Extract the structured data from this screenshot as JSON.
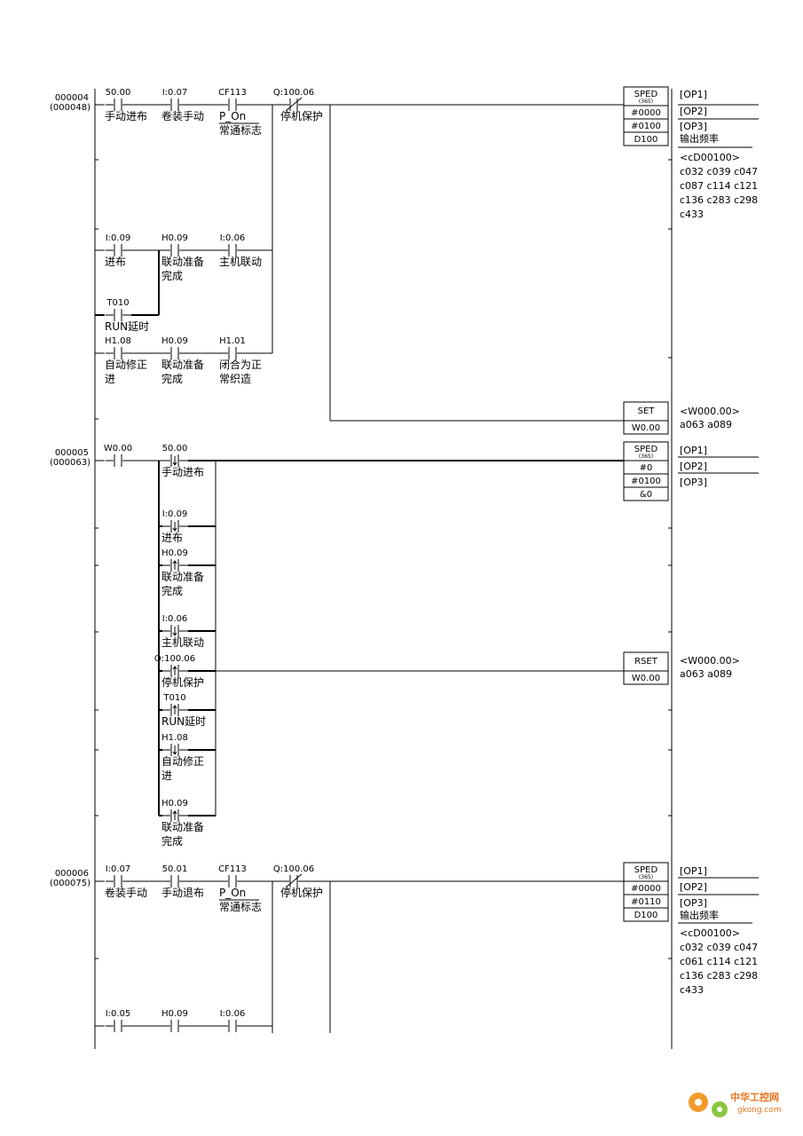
{
  "rungs": [
    {
      "num": "000004",
      "step": "(000048)"
    },
    {
      "num": "000005",
      "step": "(000063)"
    },
    {
      "num": "000006",
      "step": "(000075)"
    }
  ],
  "contacts": [
    {
      "addr": "50.00",
      "c1": "手动进布"
    },
    {
      "addr": "I:0.07",
      "c1": "卷装手动"
    },
    {
      "addr": "CF113",
      "c1": "P_On",
      "c2": "常通标志"
    },
    {
      "addr": "Q:100.06",
      "c1": "停机保护"
    },
    {
      "addr": "I:0.09",
      "c1": "进布"
    },
    {
      "addr": "H0.09",
      "c1": "联动准备",
      "c2": "完成"
    },
    {
      "addr": "I:0.06",
      "c1": "主机联动"
    },
    {
      "addr": "T010",
      "c1": "RUN延时"
    },
    {
      "addr": "H1.08",
      "c1": "自动修正",
      "c2": "进"
    },
    {
      "addr": "H0.09",
      "c1": "联动准备",
      "c2": "完成"
    },
    {
      "addr": "H1.01",
      "c1": "闭合为正",
      "c2": "常织造"
    },
    {
      "addr": "W0.00",
      "c1": ""
    },
    {
      "addr": "50.00",
      "c1": "手动进布"
    },
    {
      "addr": "I:0.09",
      "c1": "进布"
    },
    {
      "addr": "H0.09",
      "c1": "联动准备",
      "c2": "完成"
    },
    {
      "addr": "I:0.06",
      "c1": "主机联动"
    },
    {
      "addr": "Q:100.06",
      "c1": "停机保护"
    },
    {
      "addr": "T010",
      "c1": "RUN延时"
    },
    {
      "addr": "H1.08",
      "c1": "自动修正",
      "c2": "进"
    },
    {
      "addr": "H0.09",
      "c1": "联动准备",
      "c2": "完成"
    },
    {
      "addr": "I:0.07",
      "c1": "卷装手动"
    },
    {
      "addr": "50.01",
      "c1": "手动退布"
    },
    {
      "addr": "CF113",
      "c1": "P_On",
      "c2": "常通标志"
    },
    {
      "addr": "Q:100.06",
      "c1": "停机保护"
    },
    {
      "addr": "I:0.05",
      "c1": ""
    },
    {
      "addr": "H0.09",
      "c1": ""
    },
    {
      "addr": "I:0.06",
      "c1": ""
    }
  ],
  "instructions": [
    {
      "name": "SPED",
      "code": "(365)",
      "ops": [
        "#0000",
        "#0100",
        "D100"
      ]
    },
    {
      "name": "SET",
      "ops": [
        "W0.00"
      ]
    },
    {
      "name": "SPED",
      "code": "(365)",
      "ops": [
        "#0",
        "#0100",
        "&0"
      ]
    },
    {
      "name": "RSET",
      "ops": [
        "W0.00"
      ]
    },
    {
      "name": "SPED",
      "code": "(365)",
      "ops": [
        "#0000",
        "#0110",
        "D100"
      ]
    }
  ],
  "notes": {
    "op1": "[OP1]",
    "op2": "[OP2]",
    "op3": "[OP3]",
    "freq": "输出频率",
    "d100": "<cD00100>",
    "xref1": [
      "c032 c039 c047",
      "c087 c114 c121",
      "c136 c283 c298",
      "c433"
    ],
    "xref2": [
      "c032 c039 c047",
      "c061 c114 c121",
      "c136 c283 c298",
      "c433"
    ],
    "w000": "<W000.00>",
    "w000_refs": "a063 a089"
  },
  "watermark": {
    "cn": "中华工控网",
    "en": "gkong.com"
  }
}
